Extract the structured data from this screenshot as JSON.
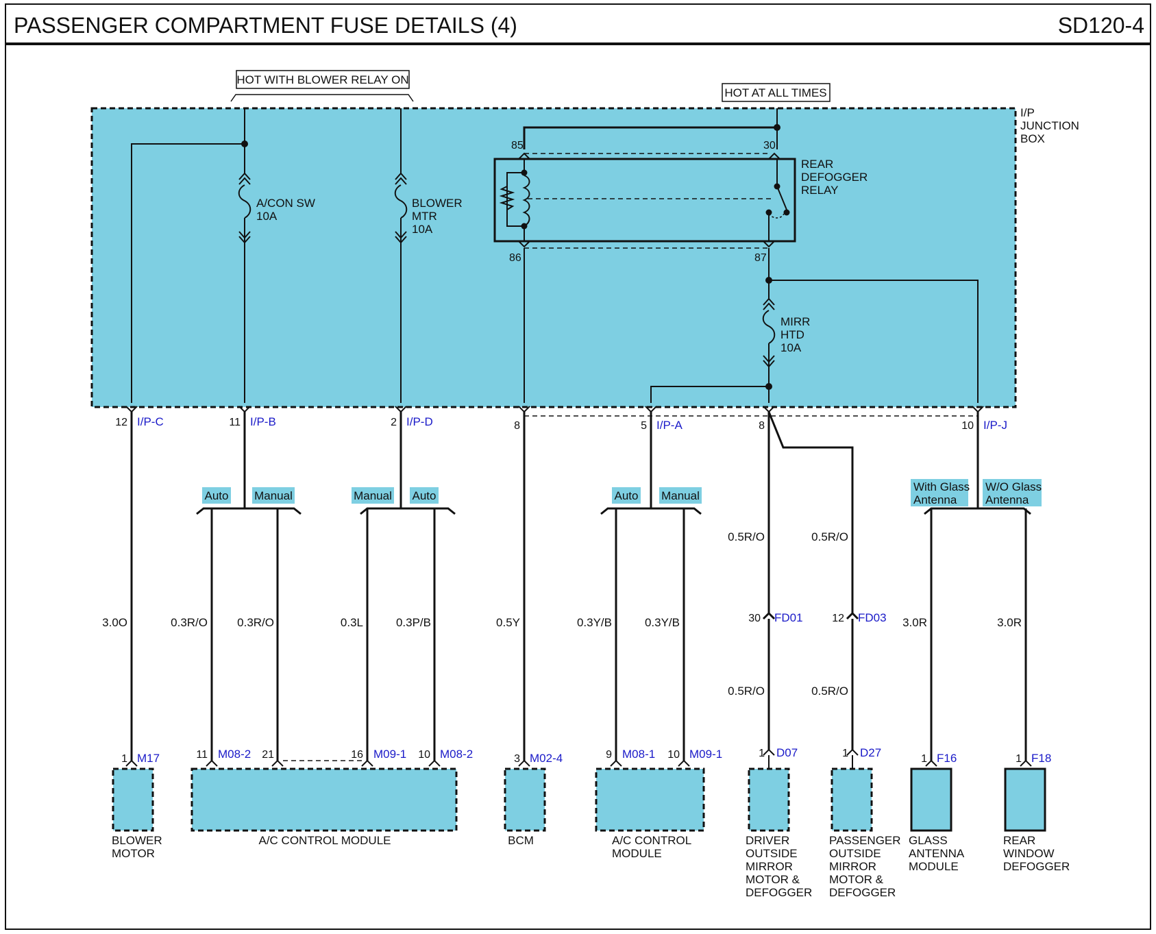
{
  "header": {
    "title": "PASSENGER COMPARTMENT FUSE DETAILS (4)",
    "page_code": "SD120-4"
  },
  "supply": {
    "blower_relay": "HOT WITH BLOWER RELAY ON",
    "always": "HOT AT ALL TIMES"
  },
  "junction_box": {
    "line1": "I/P",
    "line2": "JUNCTION",
    "line3": "BOX"
  },
  "fuses": {
    "acon": {
      "line1": "A/CON SW",
      "line2": "10A"
    },
    "blower": {
      "line1": "BLOWER",
      "line2": "MTR",
      "line3": "10A"
    },
    "mirr": {
      "line1": "MIRR",
      "line2": "HTD",
      "line3": "10A"
    }
  },
  "relay": {
    "line1": "REAR",
    "line2": "DEFOGGER",
    "line3": "RELAY",
    "pin85": "85",
    "pin30": "30",
    "pin86": "86",
    "pin87": "87"
  },
  "jb_pins": {
    "ipc": {
      "pin": "12",
      "conn": "I/P-C"
    },
    "ipb": {
      "pin": "11",
      "conn": "I/P-B"
    },
    "ipd": {
      "pin": "2",
      "conn": "I/P-D"
    },
    "bcm": {
      "pin": "8"
    },
    "ipa": {
      "pin": "5",
      "conn": "I/P-A"
    },
    "mirr": {
      "pin": "8"
    },
    "ipj": {
      "pin": "10",
      "conn": "I/P-J"
    }
  },
  "options": {
    "auto": "Auto",
    "manual": "Manual",
    "with_glass_1": "With Glass",
    "with_glass_2": "Antenna",
    "wo_glass_1": "W/O Glass",
    "wo_glass_2": "Antenna"
  },
  "wires": {
    "w1": "3.0O",
    "w2": "0.3R/O",
    "w3": "0.3R/O",
    "w4": "0.3L",
    "w5": "0.3P/B",
    "w6": "0.5Y",
    "w7": "0.3Y/B",
    "w8": "0.3Y/B",
    "w9a": "0.5R/O",
    "w9b": "0.5R/O",
    "w10a": "0.5R/O",
    "w10b": "0.5R/O",
    "w11": "3.0R",
    "w12": "3.0R"
  },
  "inline": {
    "fd01": {
      "pin": "30",
      "conn": "FD01"
    },
    "fd03": {
      "pin": "12",
      "conn": "FD03"
    }
  },
  "components": {
    "blower_motor": {
      "pin": "1",
      "conn": "M17",
      "line1": "BLOWER",
      "line2": "MOTOR"
    },
    "ac_module_1": {
      "pin_a": "11",
      "conn_a": "M08-2",
      "pin_b": "21",
      "pin_c": "16",
      "conn_c": "M09-1",
      "pin_d": "10",
      "conn_d": "M08-2",
      "name": "A/C CONTROL MODULE"
    },
    "bcm": {
      "pin": "3",
      "conn": "M02-4",
      "name": "BCM"
    },
    "ac_module_2": {
      "pin_a": "9",
      "conn_a": "M08-1",
      "pin_b": "10",
      "conn_b": "M09-1",
      "line1": "A/C CONTROL",
      "line2": "MODULE"
    },
    "driver_mirror": {
      "pin": "1",
      "conn": "D07",
      "line1": "DRIVER",
      "line2": "OUTSIDE",
      "line3": "MIRROR",
      "line4": "MOTOR &",
      "line5": "DEFOGGER"
    },
    "pass_mirror": {
      "pin": "1",
      "conn": "D27",
      "line1": "PASSENGER",
      "line2": "OUTSIDE",
      "line3": "MIRROR",
      "line4": "MOTOR &",
      "line5": "DEFOGGER"
    },
    "glass_antenna": {
      "pin": "1",
      "conn": "F16",
      "line1": "GLASS",
      "line2": "ANTENNA",
      "line3": "MODULE"
    },
    "rear_defogger": {
      "pin": "1",
      "conn": "F18",
      "line1": "REAR",
      "line2": "WINDOW",
      "line3": "DEFOGGER"
    }
  },
  "colors": {
    "fill": "#7ecfe2",
    "wire": "#111111",
    "connector_text": "#1a1ac8",
    "tag_fill": "#7ecfe2"
  }
}
